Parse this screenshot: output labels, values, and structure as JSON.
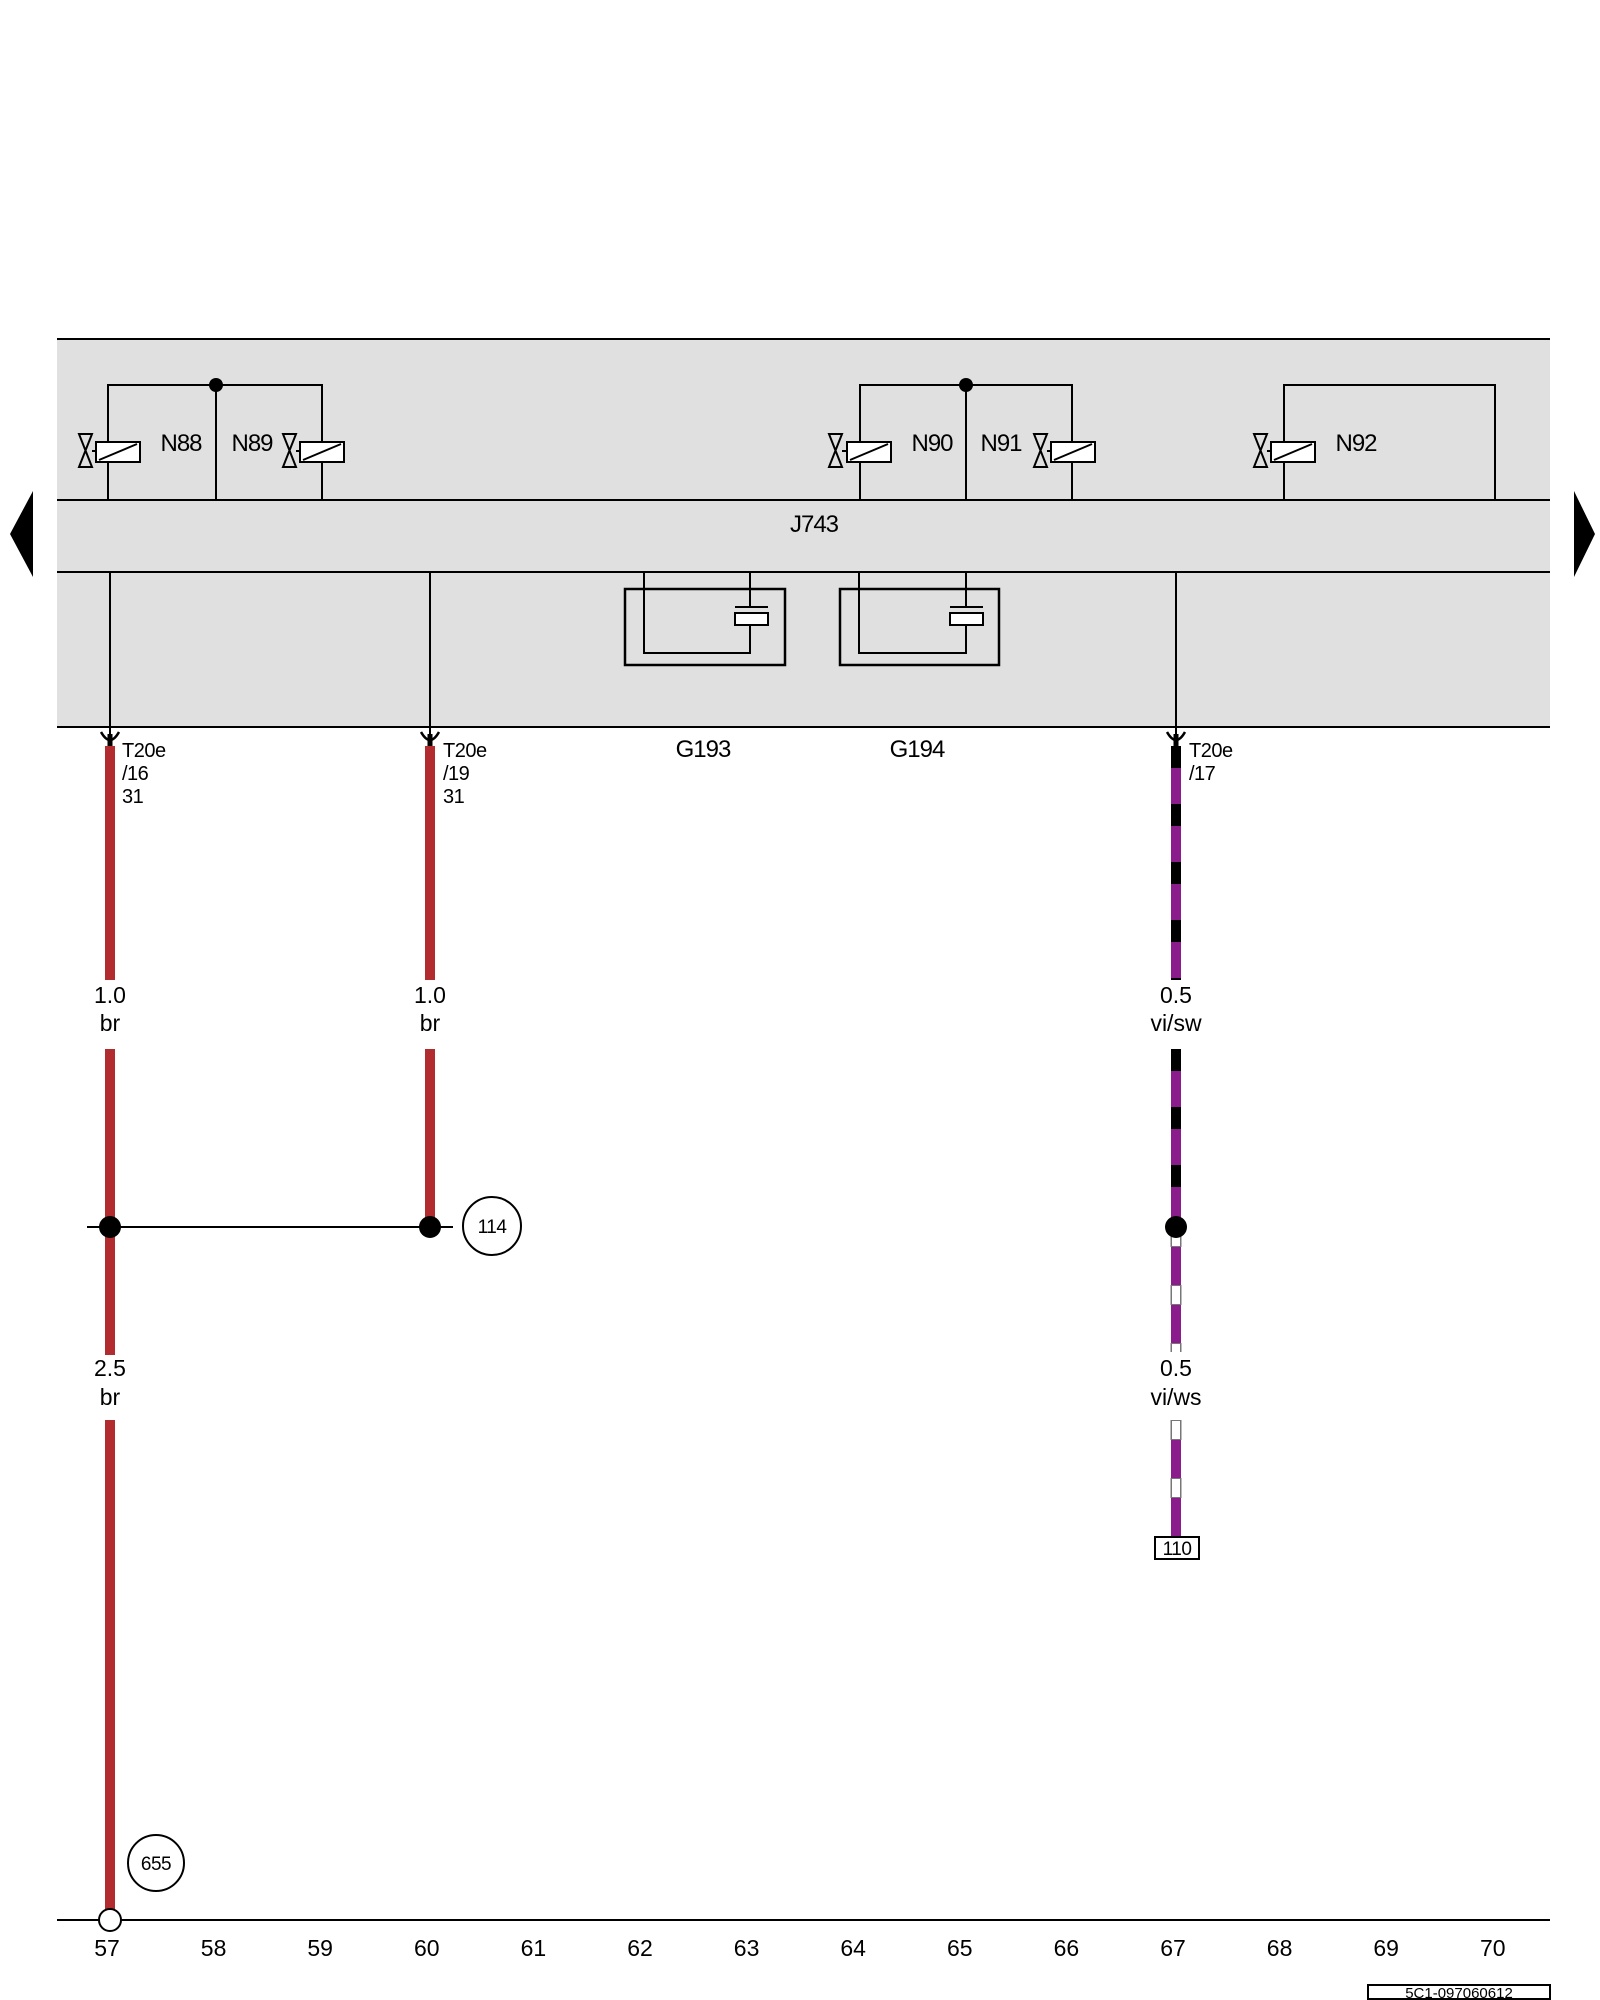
{
  "control_unit": {
    "label": "J743"
  },
  "valves": [
    {
      "label": "N88"
    },
    {
      "label": "N89"
    },
    {
      "label": "N90"
    },
    {
      "label": "N91"
    },
    {
      "label": "N92"
    }
  ],
  "senders": [
    {
      "label": "G193"
    },
    {
      "label": "G194"
    }
  ],
  "connectors": [
    {
      "name": "T20e",
      "pin": "/16",
      "terminal": "31"
    },
    {
      "name": "T20e",
      "pin": "/19",
      "terminal": "31"
    },
    {
      "name": "T20e",
      "pin": "/17"
    }
  ],
  "wire_labels": [
    {
      "size": "1.0",
      "color": "br"
    },
    {
      "size": "1.0",
      "color": "br"
    },
    {
      "size": "0.5",
      "color": "vi/sw"
    },
    {
      "size": "2.5",
      "color": "br"
    },
    {
      "size": "0.5",
      "color": "vi/ws"
    }
  ],
  "references": {
    "circle_a": "114",
    "circle_b": "655",
    "box_a": "110"
  },
  "tracks": [
    "57",
    "58",
    "59",
    "60",
    "61",
    "62",
    "63",
    "64",
    "65",
    "66",
    "67",
    "68",
    "69",
    "70"
  ],
  "document_id": "5C1-097060612",
  "colors": {
    "br": "#b22b2f",
    "vi": "#8b1c8b",
    "sw": "#000000",
    "ws": "#ffffff",
    "housing": "#e0e0e0"
  }
}
